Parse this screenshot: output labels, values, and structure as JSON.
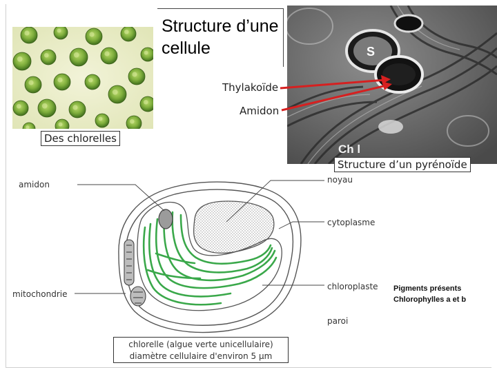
{
  "title": "Structure d’une cellule",
  "photos": {
    "chlorella_caption": "Des chlorelles",
    "pyrenoid_caption": "Structure d’un pyrénoïde",
    "pyrenoid_labels": {
      "starch_mark": "S",
      "chloroplast_mark": "Ch l",
      "thylakoid": "Thylakoïde",
      "starch": "Amidon"
    }
  },
  "diagram": {
    "labels": {
      "amidon": "amidon",
      "noyau": "noyau",
      "cytoplasme": "cytoplasme",
      "chloroplaste": "chloroplaste",
      "mitochondrie": "mitochondrie",
      "paroi": "paroi"
    },
    "pigments": {
      "line1": "Pigments présents",
      "line2": "Chlorophylles a et b"
    },
    "caption": {
      "line1": "chlorelle (algue verte unicellulaire)",
      "line2": "diamètre cellulaire d'environ 5 µm"
    }
  },
  "colors": {
    "chloroplast_green": "#3aa84a",
    "arrow_red": "#d62020",
    "cell_green": "#4d8a2a",
    "background_photo": "#eef0c8"
  }
}
